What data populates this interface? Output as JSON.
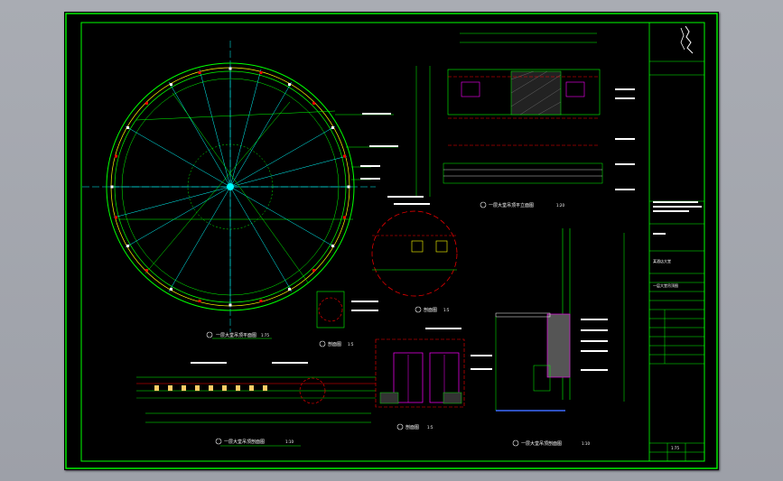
{
  "colors": {
    "background": "#000000",
    "frame": "#00ff00",
    "green": "#00ff00",
    "cyan": "#00ffff",
    "yellow": "#ffff00",
    "red": "#ff0000",
    "magenta": "#ff00ff",
    "white": "#ffffff",
    "blue": "#3d6bff",
    "viewport": "#a3a6ad"
  },
  "drawings": {
    "plan_title": "一层大堂吊顶平面图",
    "plan_scale": "1:75",
    "section_a_title": "一层大堂吊顶平立面图",
    "section_a_scale": "1:20",
    "detail_1_title": "剖面图",
    "detail_1_scale": "1:5",
    "detail_2_title": "剖面图",
    "detail_2_scale": "1:5",
    "detail_3_title": "剖面图",
    "detail_3_scale": "1:5",
    "section_b_title": "一层大堂吊顶剖面图",
    "section_b_scale": "1:10",
    "section_c_title": "一层大堂吊顶剖面图",
    "section_c_scale": "1:10"
  },
  "title_block": {
    "project": "某酒店大堂",
    "drawing_name": "一层大堂吊顶图",
    "scale": "1:75"
  }
}
